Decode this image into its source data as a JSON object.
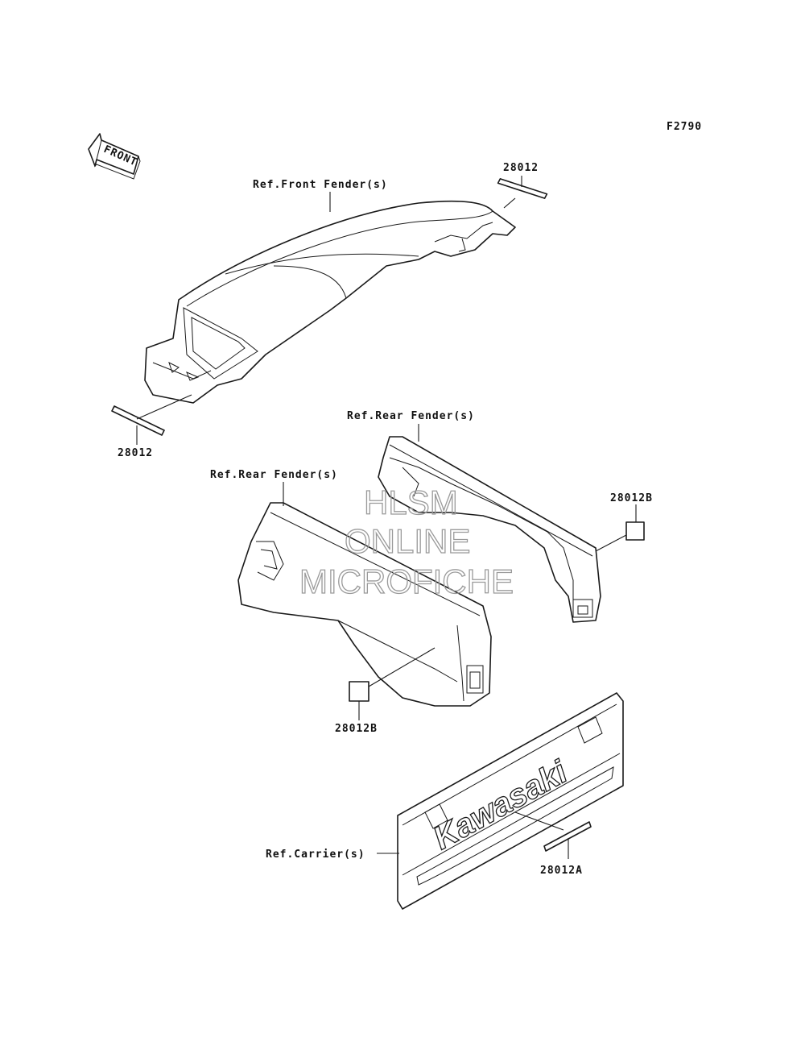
{
  "figure_code": "F2790",
  "front_arrow_label": "FRONT",
  "labels": {
    "front_fender": "Ref.Front Fender(s)",
    "rear_fender_right": "Ref.Rear Fender(s)",
    "rear_fender_left": "Ref.Rear Fender(s)",
    "carrier": "Ref.Carrier(s)"
  },
  "parts": {
    "decal_front_top": "28012",
    "decal_front_bottom": "28012",
    "decal_rear_right": "28012B",
    "decal_rear_left": "28012B",
    "decal_carrier": "28012A"
  },
  "carrier_logo": "Kawasaki",
  "watermark": [
    "HLSM",
    "ONLINE",
    "MICROFICHE"
  ]
}
